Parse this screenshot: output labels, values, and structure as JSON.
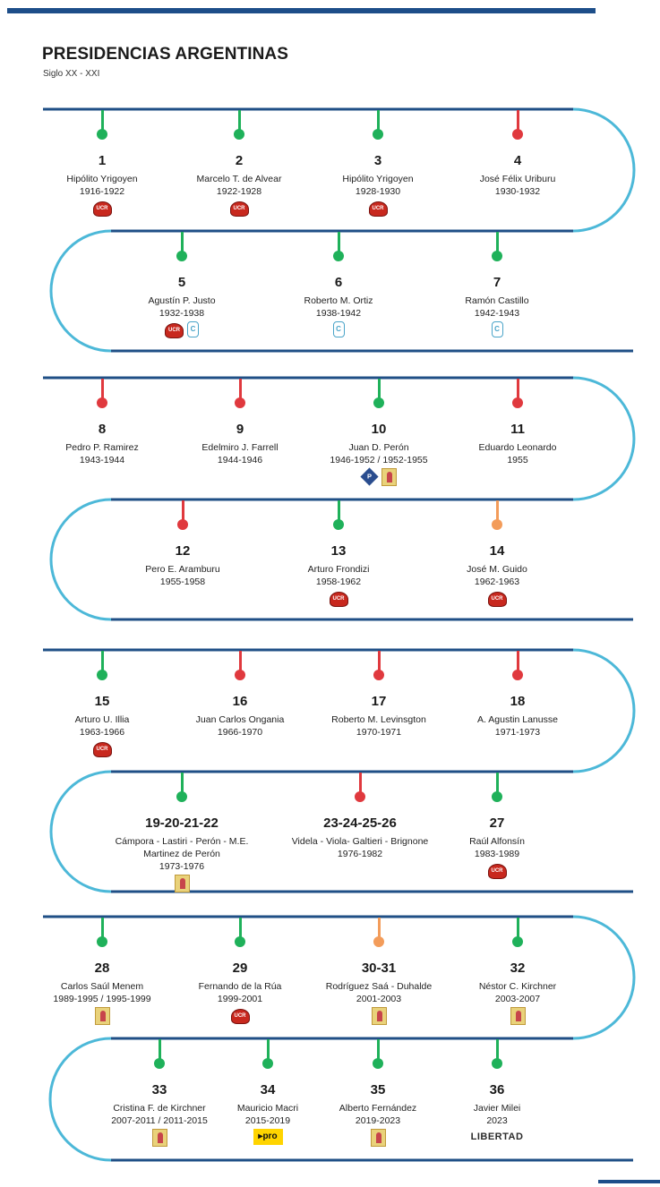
{
  "header": {
    "title": "PRESIDENCIAS ARGENTINAS",
    "subtitle": "Siglo XX - XXI"
  },
  "colors": {
    "track": "#1f4f86",
    "curve": "#4cb8d8",
    "green": "#1fb15a",
    "red": "#e0393e",
    "orange": "#f39c5a"
  },
  "presidencies": [
    {
      "number": "1",
      "name": "Hipólito Yrigoyen",
      "years": "1916-1922",
      "status": "green",
      "parties": [
        "ucr-logo"
      ]
    },
    {
      "number": "2",
      "name": "Marcelo T. de Alvear",
      "years": "1922-1928",
      "status": "green",
      "parties": [
        "ucr-logo"
      ]
    },
    {
      "number": "3",
      "name": "Hipólito Yrigoyen",
      "years": "1928-1930",
      "status": "green",
      "parties": [
        "ucr-logo"
      ]
    },
    {
      "number": "4",
      "name": "José Félix Uriburu",
      "years": "1930-1932",
      "status": "red",
      "parties": []
    },
    {
      "number": "5",
      "name": "Agustín P. Justo",
      "years": "1932-1938",
      "status": "green",
      "parties": [
        "ucr-logo",
        "concordancia-logo"
      ]
    },
    {
      "number": "6",
      "name": "Roberto M. Ortiz",
      "years": "1938-1942",
      "status": "green",
      "parties": [
        "concordancia-logo"
      ]
    },
    {
      "number": "7",
      "name": "Ramón Castillo",
      "years": "1942-1943",
      "status": "green",
      "parties": [
        "concordancia-logo"
      ]
    },
    {
      "number": "8",
      "name": "Pedro P. Ramirez",
      "years": "1943-1944",
      "status": "red",
      "parties": []
    },
    {
      "number": "9",
      "name": "Edelmiro J. Farrell",
      "years": "1944-1946",
      "status": "red",
      "parties": []
    },
    {
      "number": "10",
      "name": "Juan D. Perón",
      "years": "1946-1952 / 1952-1955",
      "status": "green",
      "parties": [
        "laborista-logo",
        "pj-logo"
      ]
    },
    {
      "number": "11",
      "name": "Eduardo Leonardo",
      "years": "1955",
      "status": "red",
      "parties": []
    },
    {
      "number": "12",
      "name": "Pero E. Aramburu",
      "years": "1955-1958",
      "status": "red",
      "parties": []
    },
    {
      "number": "13",
      "name": "Arturo Frondizi",
      "years": "1958-1962",
      "status": "green",
      "parties": [
        "ucr-logo"
      ]
    },
    {
      "number": "14",
      "name": "José M. Guido",
      "years": "1962-1963",
      "status": "orange",
      "parties": [
        "ucr-logo"
      ]
    },
    {
      "number": "15",
      "name": "Arturo U. Illia",
      "years": "1963-1966",
      "status": "green",
      "parties": [
        "ucr-logo"
      ]
    },
    {
      "number": "16",
      "name": "Juan Carlos Ongania",
      "years": "1966-1970",
      "status": "red",
      "parties": []
    },
    {
      "number": "17",
      "name": "Roberto M. Levinsgton",
      "years": "1970-1971",
      "status": "red",
      "parties": []
    },
    {
      "number": "18",
      "name": "A. Agustin Lanusse",
      "years": "1971-1973",
      "status": "red",
      "parties": []
    },
    {
      "number": "19-20-21-22",
      "name": "Cámpora - Lastiri  - Perón - M.E. Martinez de Perón",
      "years": "1973-1976",
      "status": "green",
      "parties": [
        "pj-logo"
      ]
    },
    {
      "number": "23-24-25-26",
      "name": "Videla - Viola- Galtieri - Brignone",
      "years": "1976-1982",
      "status": "red",
      "parties": []
    },
    {
      "number": "27",
      "name": "Raúl Alfonsín",
      "years": "1983-1989",
      "status": "green",
      "parties": [
        "ucr-logo"
      ]
    },
    {
      "number": "28",
      "name": "Carlos Saúl Menem",
      "years": "1989-1995 / 1995-1999",
      "status": "green",
      "parties": [
        "pj-logo"
      ]
    },
    {
      "number": "29",
      "name": "Fernando de la Rúa",
      "years": "1999-2001",
      "status": "green",
      "parties": [
        "ucr-logo"
      ]
    },
    {
      "number": "30-31",
      "name": "Rodríguez Saá - Duhalde",
      "years": "2001-2003",
      "status": "orange",
      "parties": [
        "pj-logo"
      ]
    },
    {
      "number": "32",
      "name": "Néstor C. Kirchner",
      "years": "2003-2007",
      "status": "green",
      "parties": [
        "pj-logo"
      ]
    },
    {
      "number": "33",
      "name": "Cristina F. de Kirchner",
      "years": "2007-2011 / 2011-2015",
      "status": "green",
      "parties": [
        "pj-logo"
      ]
    },
    {
      "number": "34",
      "name": "Mauricio Macri",
      "years": "2015-2019",
      "status": "green",
      "parties": [
        "pro-logo"
      ]
    },
    {
      "number": "35",
      "name": "Alberto Fernández",
      "years": "2019-2023",
      "status": "green",
      "parties": [
        "pj-logo"
      ]
    },
    {
      "number": "36",
      "name": "Javier Milei",
      "years": "2023",
      "status": "green",
      "parties": [
        "la-libertad-avanza-logo"
      ]
    }
  ],
  "logo_text": {
    "ucr-logo": "UCR",
    "concordancia-logo": "C",
    "laborista-logo": "P",
    "pro-logo": "▸pro",
    "la-libertad-avanza-logo": "LIBERTAD"
  }
}
